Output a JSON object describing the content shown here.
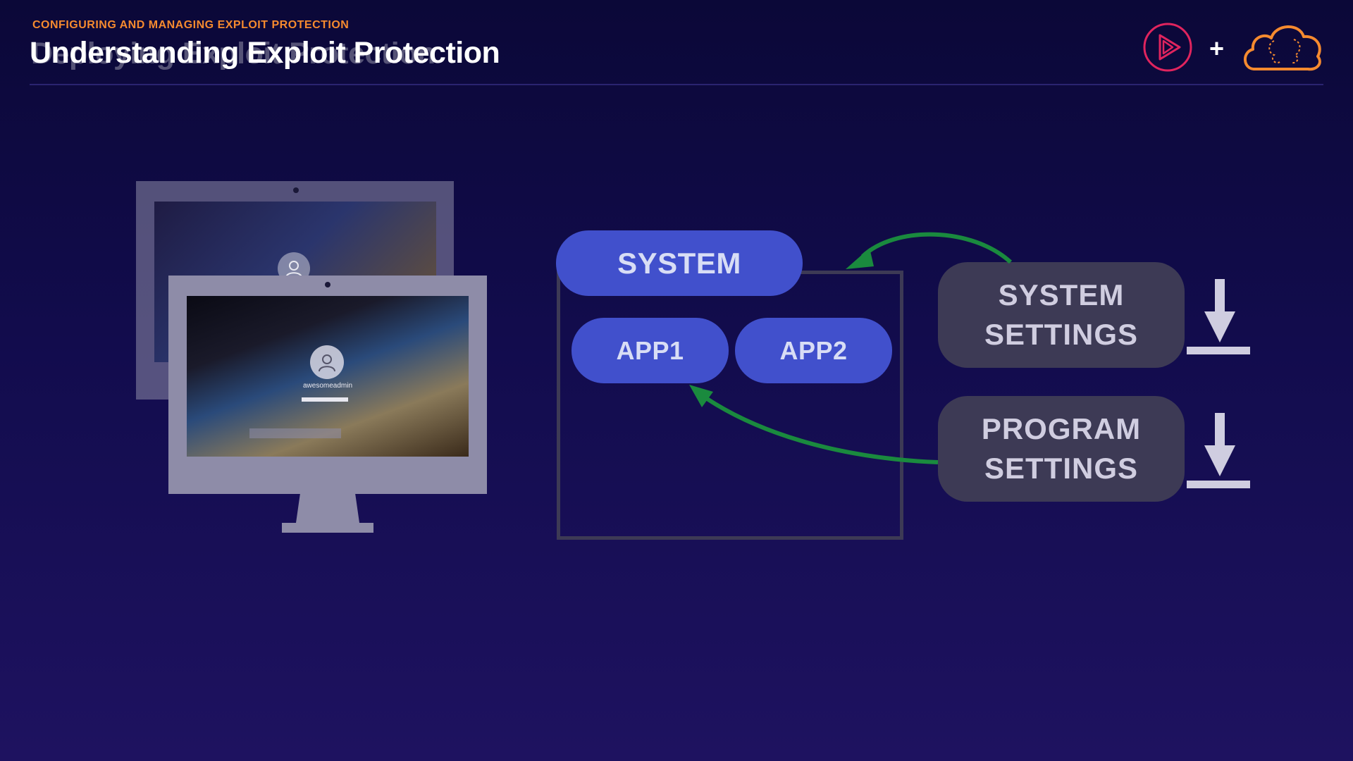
{
  "header": {
    "kicker": "CONFIGURING AND MANAGING EXPLOIT PROTECTION",
    "title_faded": "Deploying Exploit Protection",
    "title": "Understanding Exploit Protection",
    "plus_symbol": "+"
  },
  "computers": {
    "back_username": "awesomeadmin",
    "front_username": "awesomeadmin"
  },
  "diagram": {
    "system_label": "SYSTEM",
    "app1_label": "APP1",
    "app2_label": "APP2",
    "system_settings_line1": "SYSTEM",
    "system_settings_line2": "SETTINGS",
    "program_settings_line1": "PROGRAM",
    "program_settings_line2": "SETTINGS"
  },
  "colors": {
    "accent_orange": "#f58a2f",
    "pill_blue": "#4150cc",
    "settings_gray": "#3d3a55",
    "arrow_green": "#1a8a3e",
    "logo_red": "#e0245e"
  },
  "icons": {
    "brand": "play-logo-icon",
    "cloud": "cloud-brain-icon",
    "download": "download-arrow-icon",
    "user": "user-avatar-icon"
  }
}
